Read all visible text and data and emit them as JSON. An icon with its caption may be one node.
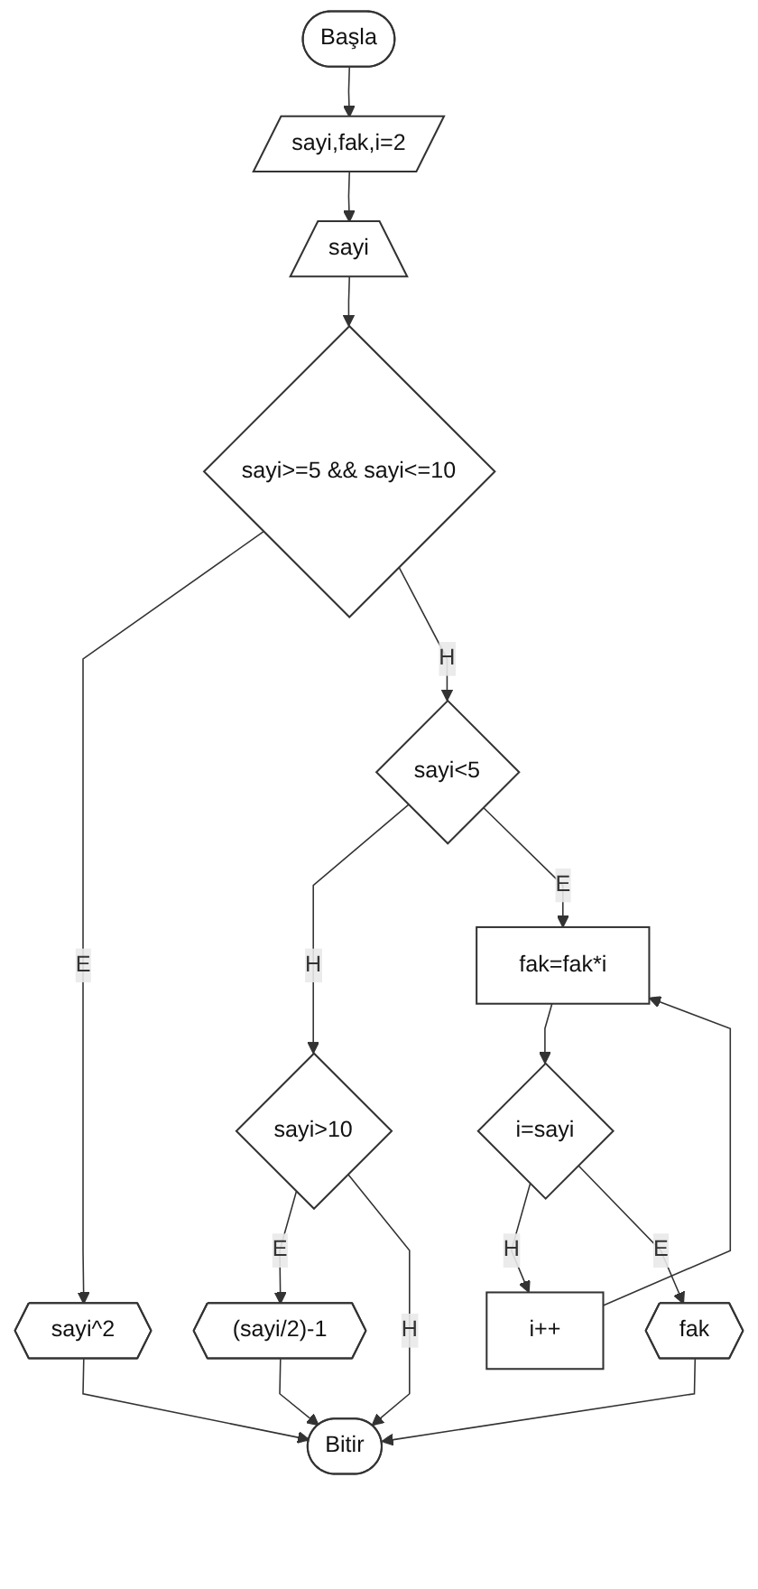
{
  "diagram": {
    "nodes": [
      {
        "text": [
          "Başla"
        ]
      },
      {
        "text": [
          "sayi,fak,i=2"
        ]
      },
      {
        "text": [
          "sayi"
        ]
      },
      {
        "text": [
          "sayi>=5 && sayi<=10"
        ]
      },
      {
        "text": [
          "sayi^2"
        ]
      },
      {
        "text": [
          "sayi<5"
        ]
      },
      {
        "text": [
          "fak=fak*i"
        ]
      },
      {
        "text": [
          "i++"
        ]
      },
      {
        "text": [
          "i=sayi"
        ]
      },
      {
        "text": [
          "fak"
        ]
      },
      {
        "text": [
          "sayi>10"
        ]
      },
      {
        "text": [
          "(sayi/2)-1"
        ]
      },
      {
        "text": [
          "Bitir"
        ]
      }
    ],
    "edges": [
      {
        "from": 0,
        "to": 1,
        "arrow": "to"
      },
      {
        "from": 1,
        "to": 2,
        "arrow": "to"
      },
      {
        "from": 2,
        "to": 3,
        "arrow": "to"
      },
      {
        "from": 3,
        "to": 4,
        "label": "E",
        "arrow": "to"
      },
      {
        "from": 3,
        "to": 5,
        "label": "H",
        "arrow": "to"
      },
      {
        "from": 5,
        "to": 10,
        "label": "H",
        "arrow": "to"
      },
      {
        "from": 5,
        "to": 6,
        "label": "E",
        "arrow": "to"
      },
      {
        "from": 6,
        "to": 8,
        "arrow": "to"
      },
      {
        "from": 8,
        "to": 7,
        "label": "H",
        "arrow": "to"
      },
      {
        "from": 7,
        "to": 6,
        "arrow": "to"
      },
      {
        "from": 8,
        "to": 9,
        "label": "E",
        "arrow": "to"
      },
      {
        "from": 10,
        "to": 11,
        "label": "E",
        "arrow": "to"
      },
      {
        "from": 10,
        "to": 12,
        "label": "H",
        "arrow": "to"
      },
      {
        "from": 4,
        "to": 12,
        "arrow": "to"
      },
      {
        "from": 9,
        "to": 12,
        "arrow": "to"
      },
      {
        "from": 11,
        "to": 12,
        "arrow": "to"
      }
    ]
  }
}
